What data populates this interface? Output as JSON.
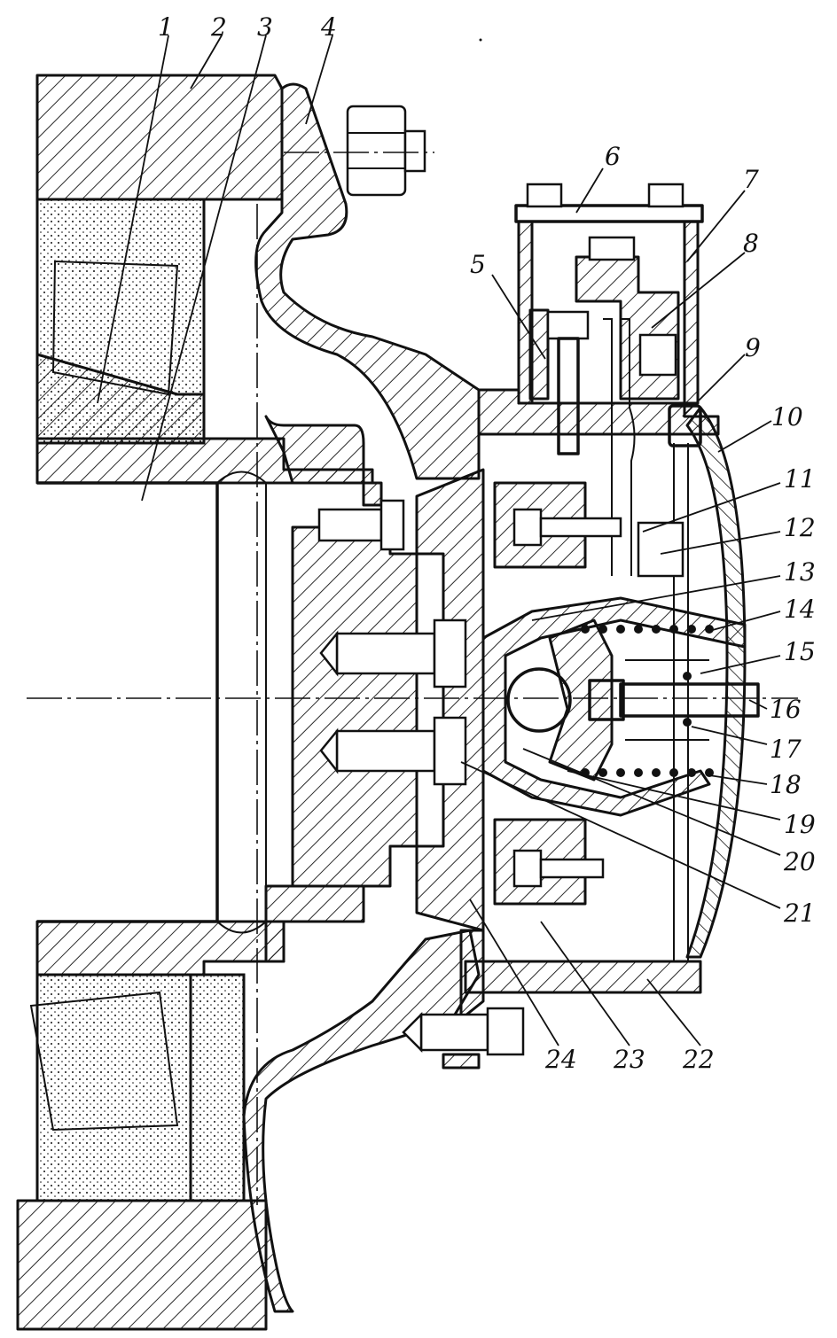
{
  "figure": {
    "callouts": [
      "1",
      "2",
      "3",
      "4",
      "5",
      "6",
      "7",
      "8",
      "9",
      "10",
      "11",
      "12",
      "13",
      "14",
      "15",
      "16",
      "17",
      "18",
      "19",
      "20",
      "21",
      "22",
      "23",
      "24"
    ]
  },
  "colors": {
    "ink": "#111111",
    "paper": "#ffffff"
  }
}
